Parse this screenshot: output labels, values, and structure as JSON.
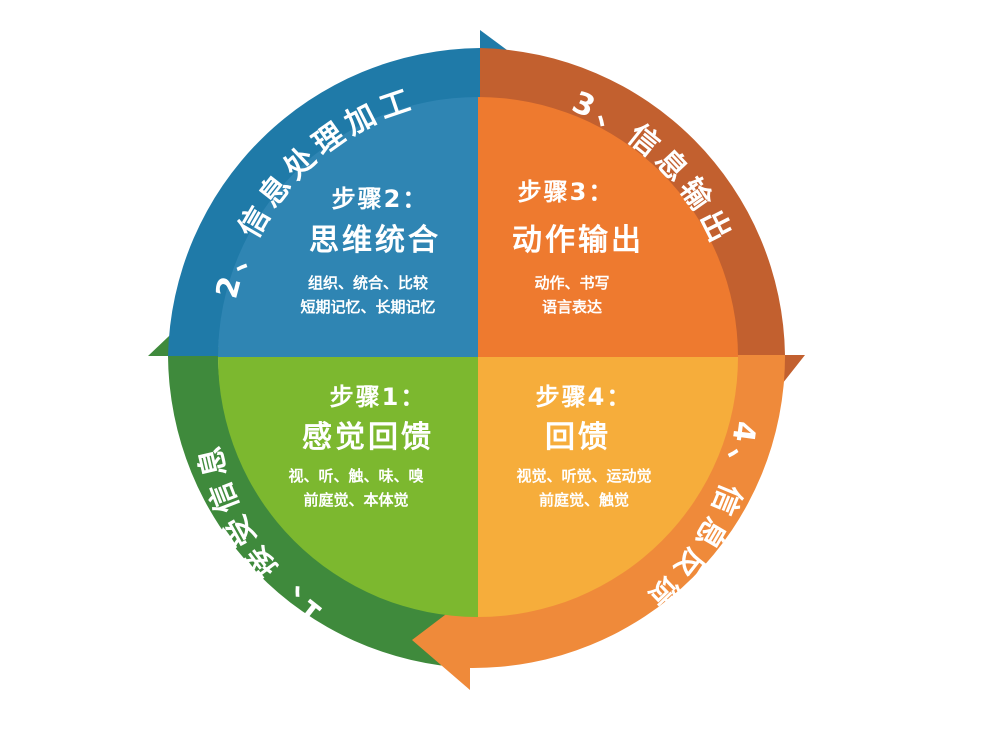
{
  "colors": {
    "blue": "#2f82ae",
    "blue_dark": "#1f6f98",
    "orange": "#ee7a2f",
    "orange_dark": "#c75f2e",
    "green": "#7cb82f",
    "green_dark": "#3f8a3c",
    "yellow": "#f6ad3b",
    "yellow_dark": "#f08c3a"
  },
  "quadrants": {
    "top_left": {
      "step": "步骤2：",
      "title": "思维统合",
      "lines": [
        "组织、统合、比较",
        "短期记忆、长期记忆"
      ]
    },
    "top_right": {
      "step": "步骤3：",
      "title": "动作输出",
      "lines": [
        "动作、书写",
        "语言表达"
      ]
    },
    "bottom_left": {
      "step": "步骤1：",
      "title": "感觉回馈",
      "lines": [
        "视、听、触、味、嗅",
        "前庭觉、本体觉"
      ]
    },
    "bottom_right": {
      "step": "步骤4：",
      "title": "回馈",
      "lines": [
        "视觉、听觉、运动觉",
        "前庭觉、触觉"
      ]
    }
  },
  "ring_labels": {
    "receive": "1、接受信息",
    "process": "2、信息处理加工",
    "output": "3、信息输出",
    "feedback": "4、信息反馈"
  }
}
